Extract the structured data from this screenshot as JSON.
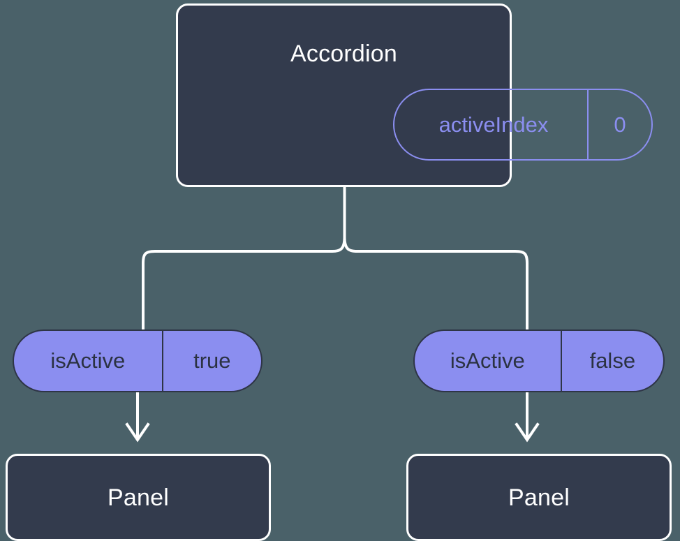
{
  "diagram": {
    "background_color": "#4a6169",
    "accent_color": "#8b8ef0",
    "card_color": "#333b4d",
    "border_color": "#ffffff",
    "root": {
      "title": "Accordion",
      "prop": {
        "key": "activeIndex",
        "value": "0"
      }
    },
    "children": [
      {
        "prop": {
          "key": "isActive",
          "value": "true"
        },
        "title": "Panel"
      },
      {
        "prop": {
          "key": "isActive",
          "value": "false"
        },
        "title": "Panel"
      }
    ]
  }
}
